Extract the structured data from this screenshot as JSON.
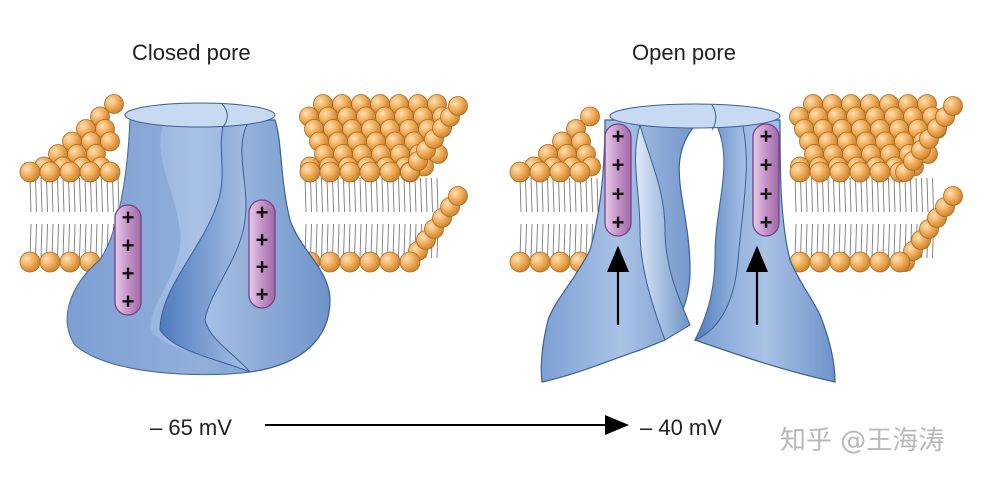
{
  "titles": {
    "closed": "Closed pore",
    "open": "Open pore"
  },
  "voltages": {
    "start": "– 65 mV",
    "end": "– 40 mV"
  },
  "sensor_charges": "+",
  "watermark": "知乎 @王海涛",
  "colors": {
    "lipid_head": "#f0a852",
    "lipid_head_edge": "#b87a2c",
    "lipid_tail": "#8c8c8c",
    "channel": "#8fb0dc",
    "channel_dark": "#5b86c4",
    "channel_light": "#c3d6ee",
    "sensor": "#c493c8",
    "sensor_dark": "#9a5fa0",
    "arrow": "#000000"
  }
}
